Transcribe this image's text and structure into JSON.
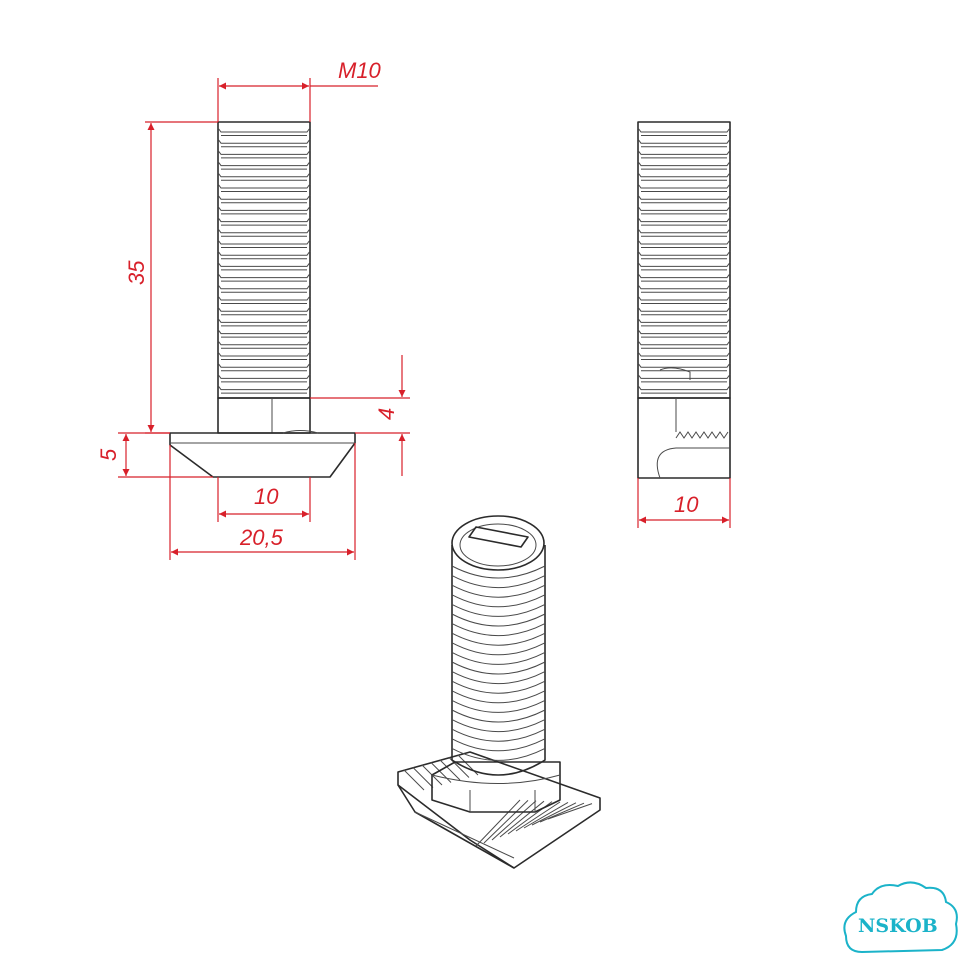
{
  "title": "",
  "dimensions": {
    "thread_size": "M10",
    "thread_length": "35",
    "head_height": "5",
    "hex_height": "4",
    "hex_width_front": "10",
    "head_width": "20,5",
    "hex_width_side": "10"
  },
  "watermark": {
    "text": "NSKOB",
    "color": "#1bb3c9"
  },
  "colors": {
    "dimension": "#d8202a",
    "outline": "#2b2b2b"
  },
  "views": [
    "front-view",
    "side-view",
    "isometric-view"
  ]
}
